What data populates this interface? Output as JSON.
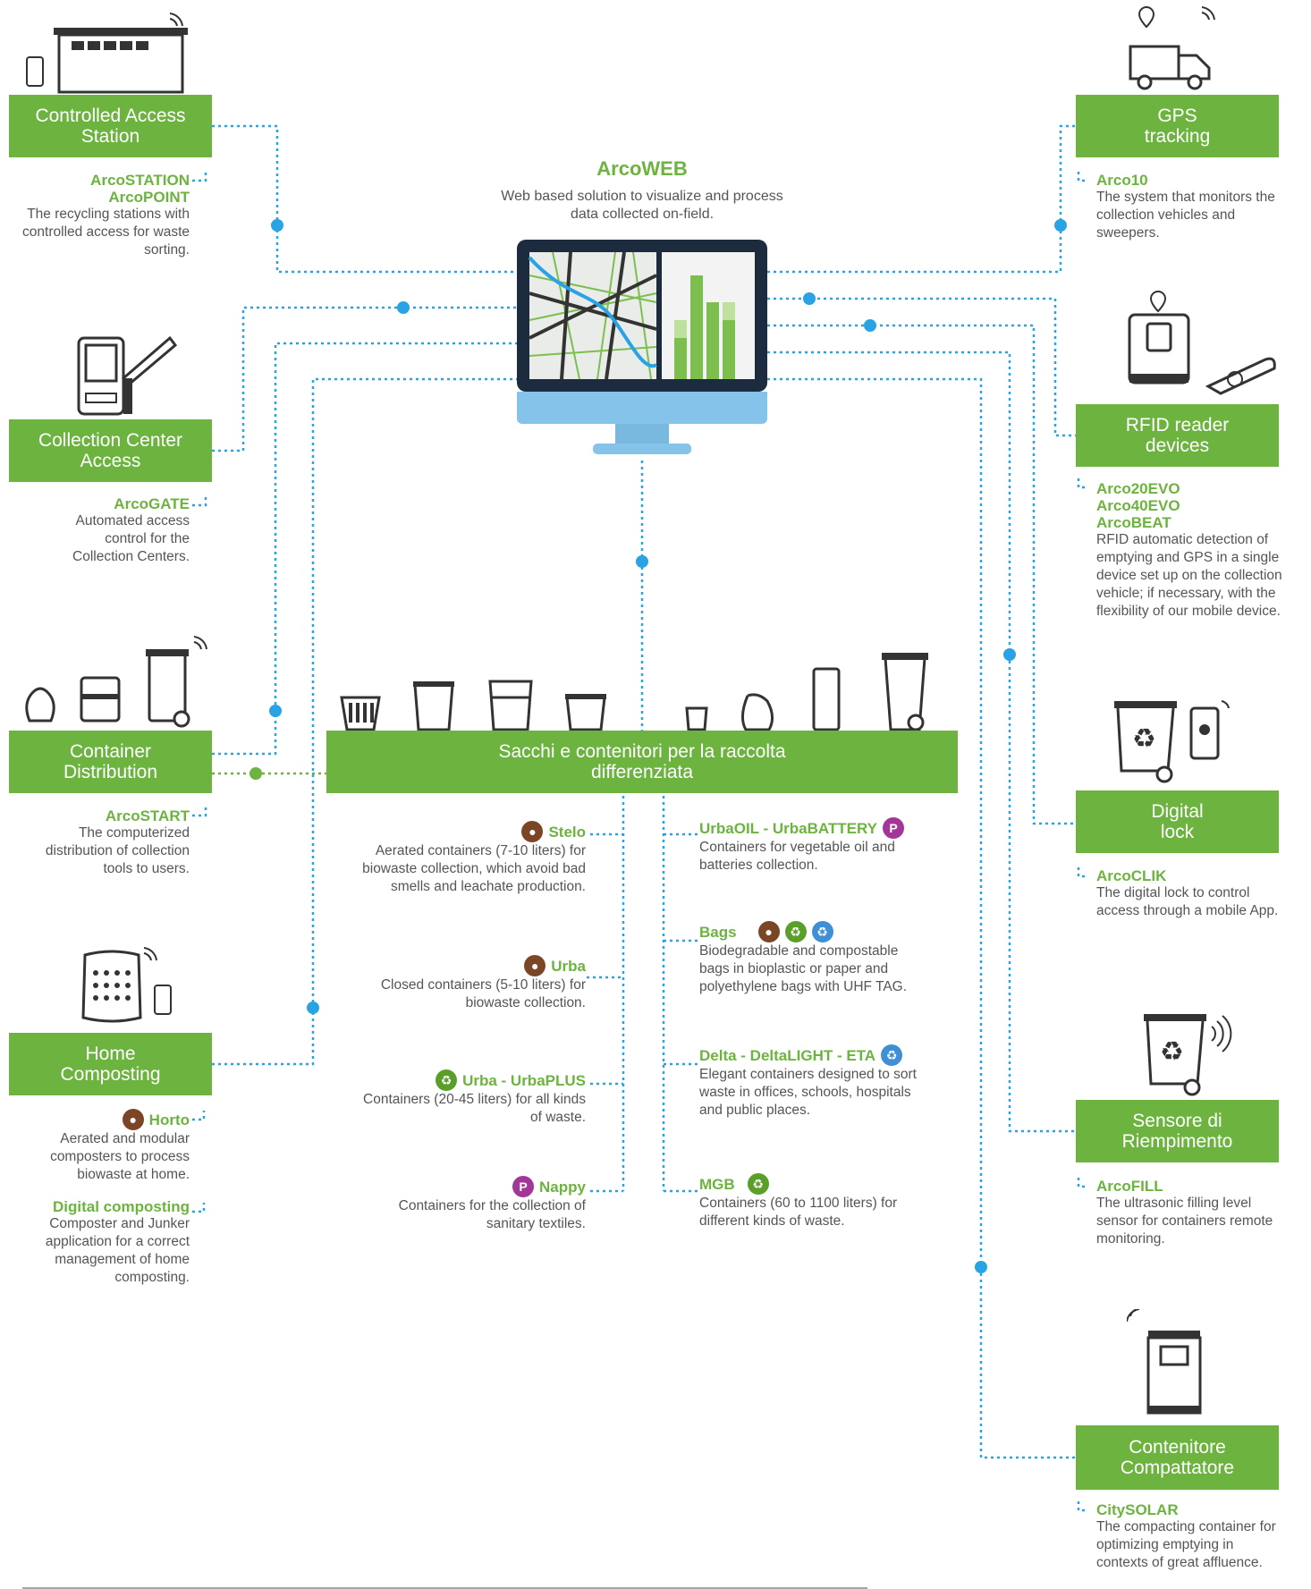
{
  "colors": {
    "green": "#6cb33f",
    "blue": "#29a3e3",
    "text": "#555555",
    "brown": "#7a4626",
    "purple": "#a33798",
    "badge_green": "#5a9f2a",
    "badge_blue": "#3f8fd6"
  },
  "center": {
    "title": "ArcoWEB",
    "desc": "Web based solution to visualize and process data collected on-field."
  },
  "boxes": {
    "controlled_access": "Controlled Access Station",
    "collection_center": "Collection Center Access",
    "container_distribution": "Container Distribution",
    "home_composting": "Home Composting",
    "gps": "GPS tracking",
    "rfid": "RFID reader devices",
    "digital_lock": "Digital lock",
    "sensore": "Sensore di Riempimento",
    "contenitore": "Contenitore Compattatore",
    "sacchi": "Sacchi e contenitori per la raccolta differenziata"
  },
  "left": {
    "station": {
      "names": [
        "ArcoSTATION",
        "ArcoPOINT"
      ],
      "desc": "The recycling stations with controlled access for waste sorting."
    },
    "gate": {
      "name": "ArcoGATE",
      "desc": "Automated access control for the Collection Centers."
    },
    "start": {
      "name": "ArcoSTART",
      "desc": "The computerized distribution of collection tools to users."
    },
    "horto": {
      "name": "Horto",
      "desc": "Aerated and modular composters to process biowaste at home."
    },
    "digital_composting": {
      "name": "Digital composting",
      "desc": "Composter and Junker application for a correct management of home composting."
    }
  },
  "right": {
    "arco10": {
      "name": "Arco10",
      "desc": "The system that monitors the collection vehicles and sweepers."
    },
    "rfid": {
      "names": [
        "Arco20EVO",
        "Arco40EVO",
        "ArcoBEAT"
      ],
      "desc": "RFID automatic detection of emptying and GPS in a single device set up on the collection vehicle; if necessary, with the flexibility of our mobile device."
    },
    "clik": {
      "name": "ArcoCLIK",
      "desc": "The digital lock to control access through a mobile App."
    },
    "fill": {
      "name": "ArcoFILL",
      "desc": "The ultrasonic filling level sensor for containers remote monitoring."
    },
    "solar": {
      "name": "CitySOLAR",
      "desc": "The compacting container for optimizing emptying in contexts of great affluence."
    }
  },
  "products_left": [
    {
      "name": "Stelo",
      "desc": "Aerated containers (7-10 liters) for biowaste collection, which avoid bad smells and leachate production."
    },
    {
      "name": "Urba",
      "desc": "Closed containers (5-10 liters) for biowaste collection."
    },
    {
      "name": "Urba - UrbaPLUS",
      "desc": "Containers (20-45 liters) for all kinds of waste."
    },
    {
      "name": "Nappy",
      "desc": "Containers for the collection of sanitary textiles."
    }
  ],
  "products_right": [
    {
      "name": "UrbaOIL - UrbaBATTERY",
      "desc": "Containers for vegetable oil and batteries collection."
    },
    {
      "name": "Bags",
      "desc": "Biodegradable and compostable bags in bioplastic or paper and polyethylene bags with UHF TAG."
    },
    {
      "name": "Delta - DeltaLIGHT - ETA",
      "desc": "Elegant containers designed to sort waste in offices, schools, hospitals and public places."
    },
    {
      "name": "MGB",
      "desc": "Containers (60 to 1100 liters) for different kinds of waste."
    }
  ],
  "badges": {
    "organic": "&",
    "recycle": "♻",
    "p": "P"
  }
}
